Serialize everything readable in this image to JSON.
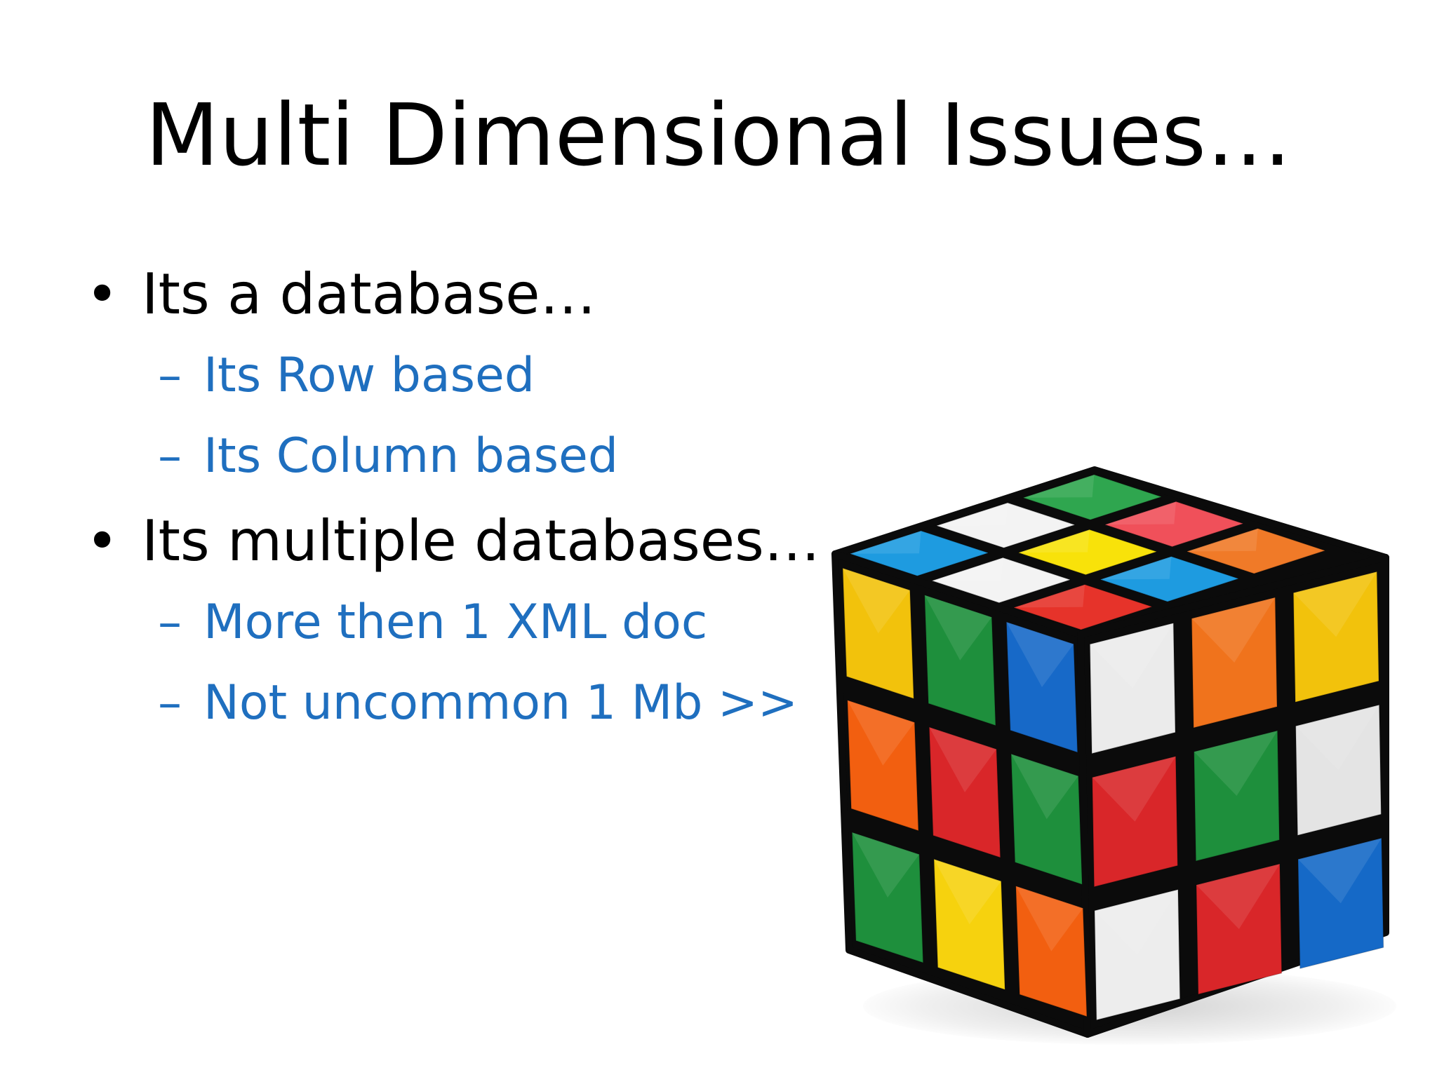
{
  "slide": {
    "title": "Multi Dimensional Issues…",
    "bullets": [
      {
        "marker": "•",
        "text": "Its a database…",
        "subitems": [
          {
            "marker": "–",
            "text": "Its Row based"
          },
          {
            "marker": "–",
            "text": "Its Column based"
          }
        ]
      },
      {
        "marker": "•",
        "text": "Its multiple databases…",
        "subitems": [
          {
            "marker": "–",
            "text": "More then 1 XML doc"
          },
          {
            "marker": "–",
            "text": "Not uncommon 1 Mb >>"
          }
        ]
      }
    ]
  },
  "colors": {
    "text_primary": "#000000",
    "text_sub": "#1F6FBF",
    "background": "#FFFFFF"
  },
  "image": {
    "icon": "rubiks-cube-icon",
    "faces": {
      "top": [
        [
          "#1E9BE0",
          "#F3F3F3",
          "#2FA64F"
        ],
        [
          "#F3F3F3",
          "#F8E20A",
          "#F0505A"
        ],
        [
          "#E6332A",
          "#1E9BE0",
          "#F07A28"
        ]
      ],
      "left": [
        [
          "#F2C20C",
          "#1E8F3C",
          "#1769C8"
        ],
        [
          "#F25F10",
          "#D92629",
          "#1E8F3C"
        ],
        [
          "#1E8F3C",
          "#F6D20E",
          "#F25F10"
        ]
      ],
      "right": [
        [
          "#EBEBEB",
          "#F0731C",
          "#F2C20C"
        ],
        [
          "#D92629",
          "#1E8F3C",
          "#E4E4E4"
        ],
        [
          "#EDEDED",
          "#D92629",
          "#1569C7"
        ]
      ]
    }
  }
}
